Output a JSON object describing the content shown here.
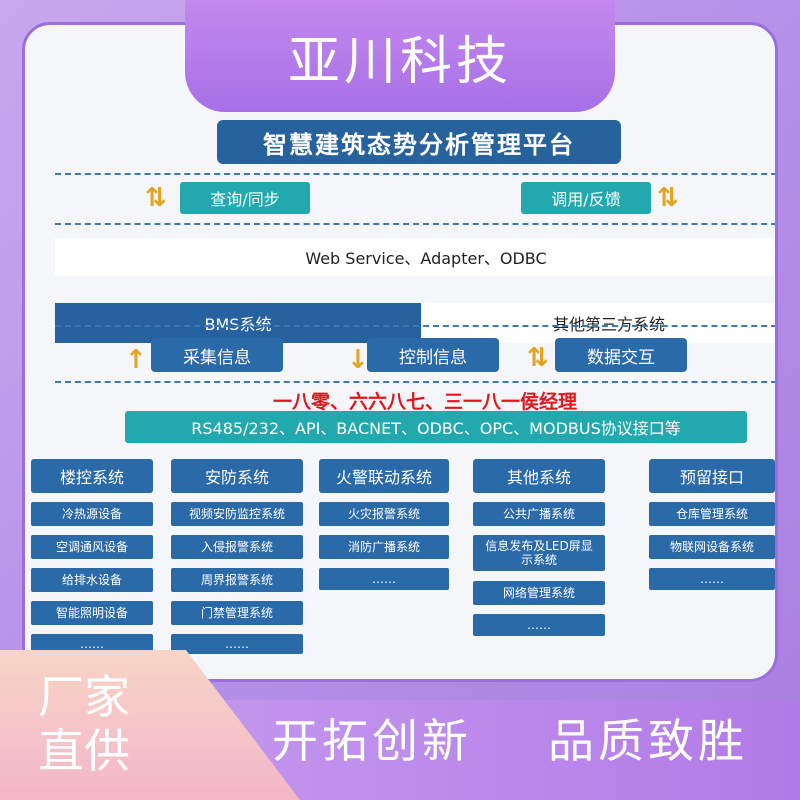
{
  "brand": "亚川科技",
  "platform_title": "智慧建筑态势分析管理平台",
  "sync": {
    "left_label": "查询/同步",
    "right_label": "调用/反馈"
  },
  "protocol_band": "Web Service、Adapter、ODBC",
  "systems_row": {
    "bms": "BMS系统",
    "third_party": "其他第三方系统"
  },
  "actions": [
    "采集信息",
    "控制信息",
    "数据交互"
  ],
  "phone_text": "一八零、六六八七、三一八一侯经理",
  "interface_band": "RS485/232、API、BACNET、ODBC、OPC、MODBUS协议接口等",
  "columns": [
    {
      "title": "楼控系统",
      "items": [
        "冷热源设备",
        "空调通风设备",
        "给排水设备",
        "智能照明设备",
        "……"
      ]
    },
    {
      "title": "安防系统",
      "items": [
        "视频安防监控系统",
        "入侵报警系统",
        "周界报警系统",
        "门禁管理系统",
        "……"
      ]
    },
    {
      "title": "火警联动系统",
      "items": [
        "火灾报警系统",
        "消防广播系统",
        "……"
      ]
    },
    {
      "title": "其他系统",
      "items": [
        "公共广播系统",
        "信息发布及LED屏显示系统",
        "网络管理系统",
        "……"
      ]
    },
    {
      "title": "预留接口",
      "items": [
        "仓库管理系统",
        "物联网设备系统",
        "……"
      ]
    }
  ],
  "badge": {
    "line1": "厂家",
    "line2": "直供"
  },
  "slogans": [
    "开拓创新",
    "品质致胜"
  ],
  "colors": {
    "accent_teal": "#22a9ae",
    "primary_blue": "#2b6aa9",
    "highlight_red": "#e0161c",
    "arrow_orange": "#e5a323"
  }
}
